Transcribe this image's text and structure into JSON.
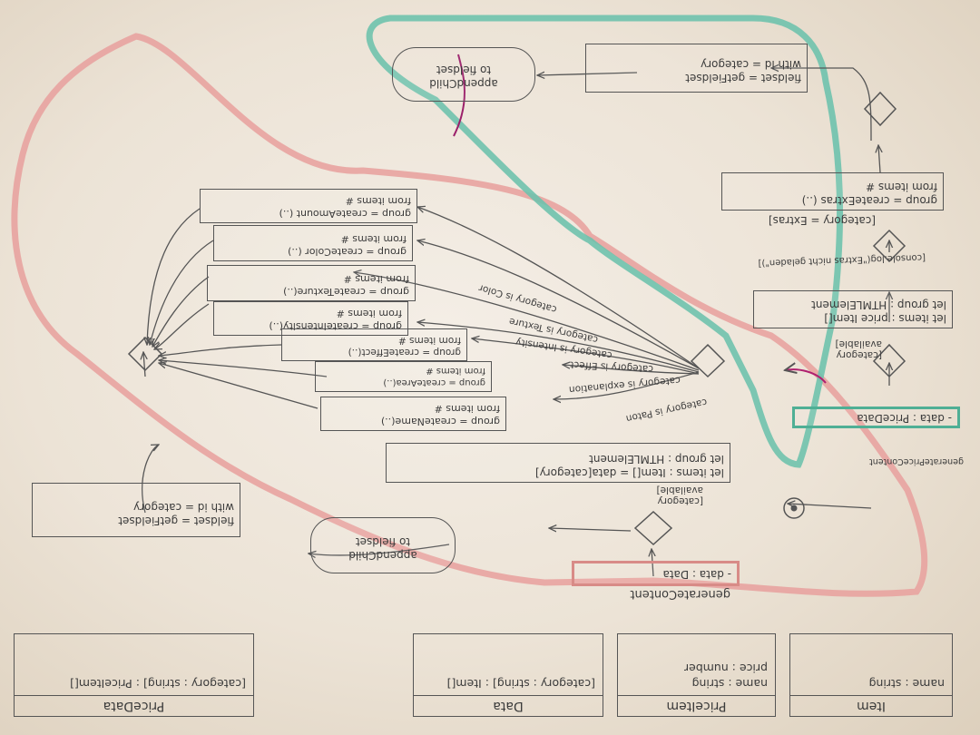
{
  "classes": [
    {
      "name": "Item",
      "fields": [
        "name : string"
      ]
    },
    {
      "name": "PriceItem",
      "fields": [
        "name : string",
        "price : number"
      ]
    },
    {
      "name": "Data",
      "fields": [
        "[category : string] : Item[]"
      ]
    },
    {
      "name": "PriceData",
      "fields": [
        "[category : string] : PriceItem[]"
      ]
    }
  ],
  "generate_content": {
    "title": "generateContent",
    "param": "- data : Data",
    "guard_available": "[category available]",
    "let_block": [
      "let items : Item[] = data[category]",
      "let group : HTMLElement"
    ],
    "branches": [
      {
        "guard": "category is Paton",
        "action": [
          "group = createName(..)",
          "from items #"
        ]
      },
      {
        "guard": "category is explanation",
        "action": [
          "group = createArea(..)",
          "from items #"
        ]
      },
      {
        "guard": "category is Effect",
        "action": [
          "group = createEffect(..)",
          "from items #"
        ]
      },
      {
        "guard": "category is Intensity",
        "action": [
          "group = createIntensity(..)",
          "from items #"
        ]
      },
      {
        "guard": "category is Texture",
        "action": [
          "group = createTexture(..)",
          "from items #"
        ]
      },
      {
        "guard": "category is Color",
        "action": [
          "group = createColor (..)",
          "from items #"
        ]
      },
      {
        "guard": "",
        "action": [
          "group = createAmount (..)",
          "from items #"
        ]
      }
    ],
    "fieldset": [
      "fieldset = getFieldset",
      "with id = category"
    ],
    "append": [
      "appendChild",
      "to fieldset"
    ]
  },
  "generate_price_content": {
    "title": "generatePriceContent",
    "param": "- data : PriceData",
    "guard_available": "[category available]",
    "let_block": [
      "let items : price Item[]",
      "let group : HTMLElement"
    ],
    "console": "[console.log(\"Extras nicht geladen\")]",
    "guard_extras": "[category = Extras]",
    "extras_action": [
      "group = createExtras (..)",
      "from items #"
    ],
    "fieldset": [
      "fieldset = getFieldset",
      "with id = category"
    ],
    "append": [
      "appendChild",
      "to fieldset"
    ]
  },
  "colors": {
    "red_frame": "#e8a3a0",
    "green_frame": "#6fc2ad",
    "pencil": "#555555",
    "magenta": "#b0206f"
  }
}
